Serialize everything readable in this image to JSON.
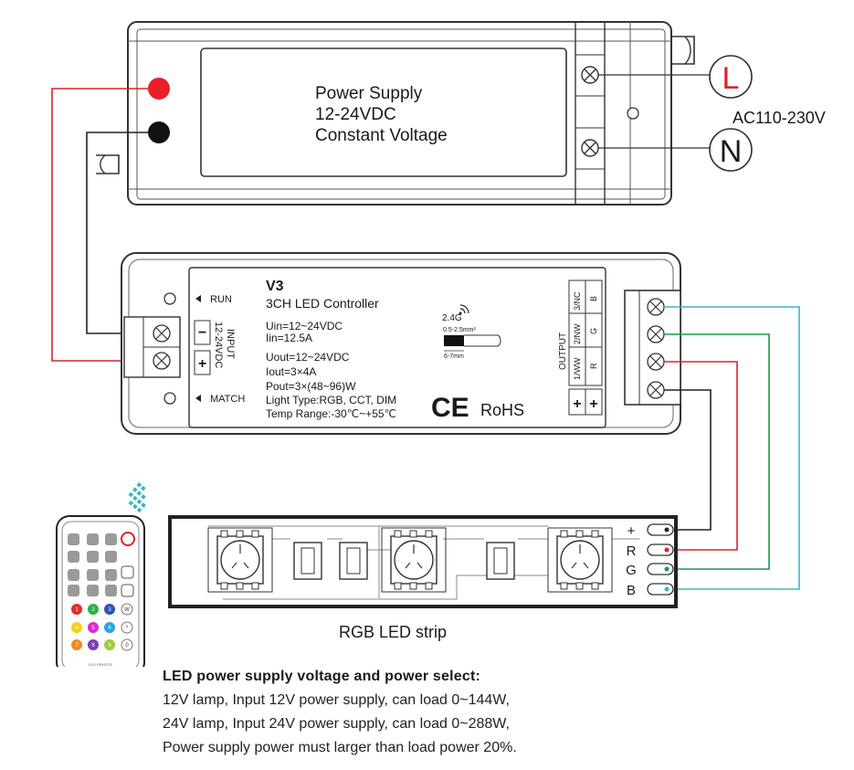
{
  "power_supply": {
    "title": "Power Supply",
    "voltage": "12-24VDC",
    "type": "Constant Voltage",
    "live_label": "L",
    "neutral_label": "N",
    "ac_input": "AC110-230V"
  },
  "controller": {
    "model": "V3",
    "name": "3CH LED Controller",
    "uin": "Uin=12~24VDC",
    "iin": "Iin=12.5A",
    "uout": "Uout=12~24VDC",
    "iout": "Iout=3×4A",
    "pout": "Pout=3×(48~96)W",
    "light_type": "Light Type:RGB, CCT, DIM",
    "temp_range": "Temp Range:-30℃~+55℃",
    "run_label": "RUN",
    "match_label": "MATCH",
    "input_label": "INPUT",
    "input_voltage": "12-24VDC",
    "input_minus": "−",
    "input_plus": "+",
    "output_label": "OUTPUT",
    "output_channels": [
      {
        "name": "3/NC",
        "color": "B"
      },
      {
        "name": "2/NW",
        "color": "G"
      },
      {
        "name": "1/WW",
        "color": "R"
      }
    ],
    "output_plus": "+",
    "wireless": "2.4G",
    "wire_gauge": "0.5-2.5mm²",
    "strip_length": "6-7mm",
    "ce_mark": "CE",
    "rohs": "RoHS"
  },
  "led_strip": {
    "label": "RGB LED strip",
    "pins": [
      "+",
      "R",
      "G",
      "B"
    ]
  },
  "remote": {
    "brand": "LED REMOTE",
    "numbers": [
      "1",
      "2",
      "3",
      "W",
      "4",
      "5",
      "6",
      "*",
      "7",
      "8",
      "9",
      "0"
    ]
  },
  "colors": {
    "wire_red": "#d8252b",
    "wire_green": "#1a9a4f",
    "wire_blue": "#3ab6c4",
    "wire_black": "#222222"
  },
  "notes": {
    "heading": "LED power supply voltage and power select:",
    "lines": [
      "12V lamp, Input 12V power supply, can load 0~144W,",
      "24V lamp, Input 24V power supply, can load 0~288W,",
      "Power supply power must larger than load power 20%."
    ]
  }
}
